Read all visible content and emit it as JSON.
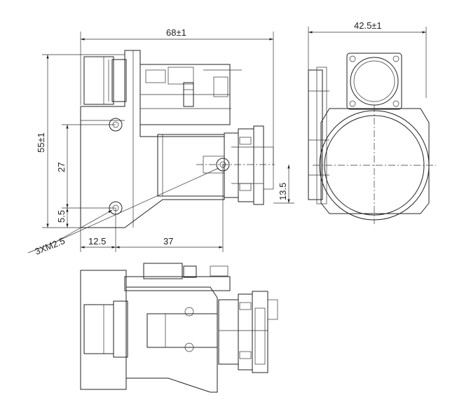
{
  "drawing": {
    "dimensions": {
      "overall_length": "68±1",
      "overall_height": "55±1",
      "width": "42.5±1",
      "hole_spacing_vertical": "27",
      "hole_offset_bottom": "5.5",
      "hole_offset_left": "12.5",
      "hole_spacing_horizontal": "37",
      "axis_height": "13.5",
      "thread_callout": "3XM2.5"
    },
    "views": [
      "side-view",
      "front-view",
      "top-view"
    ]
  }
}
